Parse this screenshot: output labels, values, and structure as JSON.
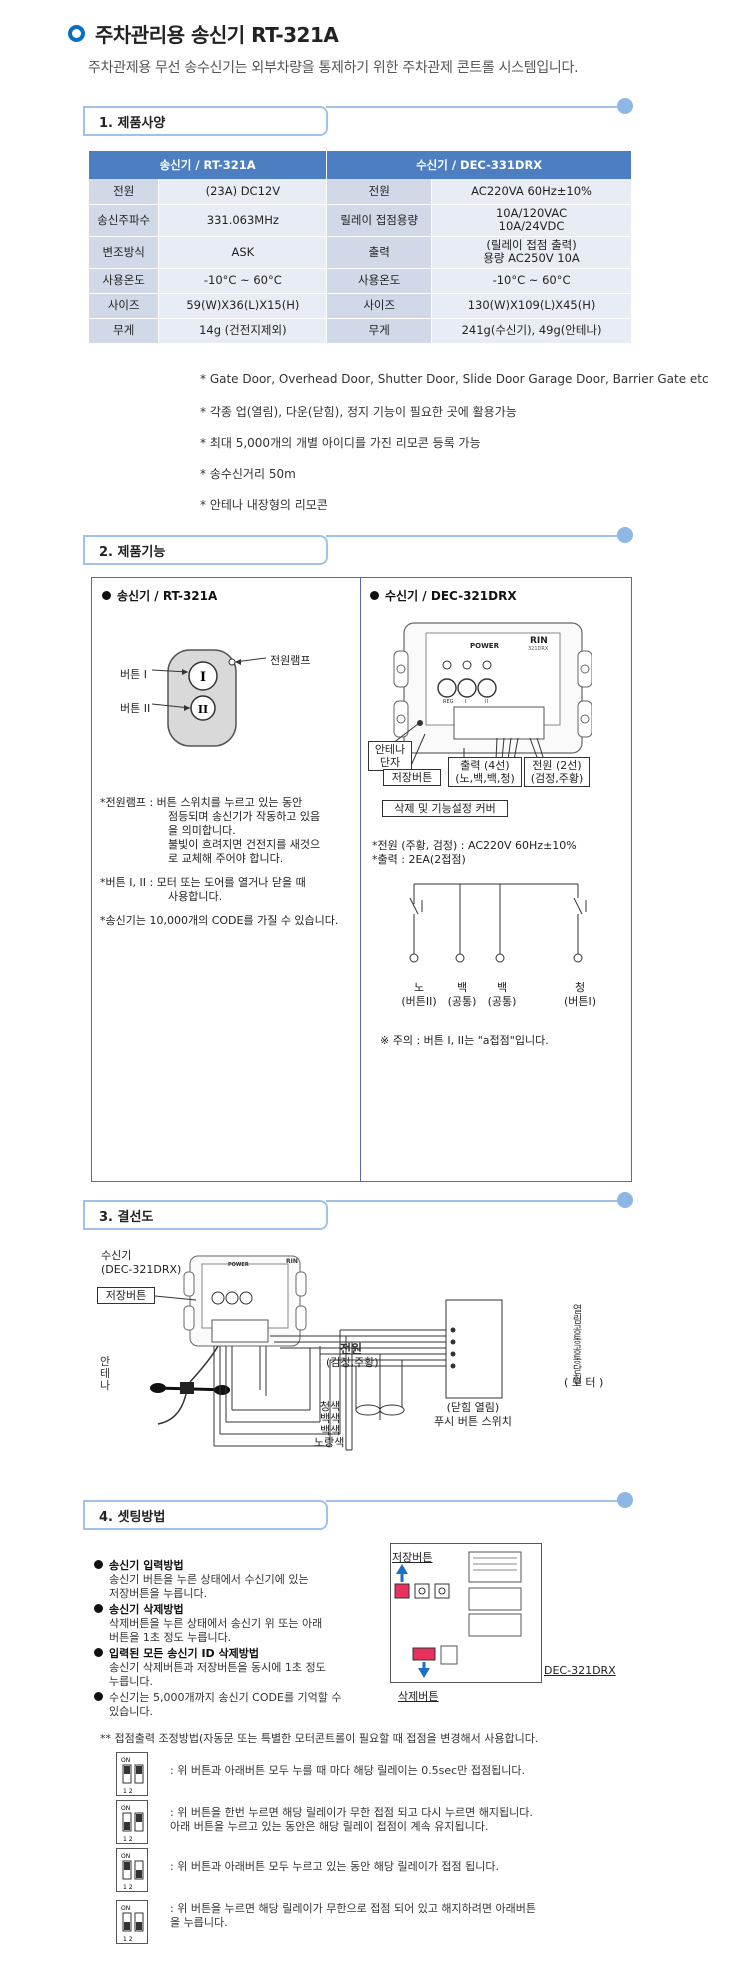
{
  "header": {
    "title": "주차관리용 송신기 RT-321A",
    "subtitle": "주차관제용 무선 송수신기는 외부차량을 통제하기 위한 주차관제 콘트롤 시스템입니다."
  },
  "sections": {
    "s1": "1. 제품사양",
    "s2": "2. 제품기능",
    "s3": "3. 결선도",
    "s4": "4. 셋팅방법"
  },
  "spec_table": {
    "headers": [
      "송신기 / RT-321A",
      "수신기 / DEC-331DRX"
    ],
    "rows": [
      [
        "전원",
        "(23A) DC12V",
        "전원",
        "AC220VA 60Hz±10%"
      ],
      [
        "송신주파수",
        "331.063MHz",
        "릴레이 접점용량",
        "10A/120VAC\n10A/24VDC"
      ],
      [
        "변조방식",
        "ASK",
        "출력",
        "(릴레이 접점 출력)\n용량 AC250V 10A"
      ],
      [
        "사용온도",
        "-10°C ~ 60°C",
        "사용온도",
        "-10°C ~ 60°C"
      ],
      [
        "사이즈",
        "59(W)X36(L)X15(H)",
        "사이즈",
        "130(W)X109(L)X45(H)"
      ],
      [
        "무게",
        "14g (건전지제외)",
        "무게",
        "241g(수신기), 49g(안테나)"
      ]
    ]
  },
  "notes": [
    "* Gate Door, Overhead Door, Shutter Door, Slide Door Garage Door, Barrier Gate etc",
    "* 각종 업(열림), 다운(닫힘), 정지 기능이 필요한 곳에 활용가능",
    "* 최대 5,000개의 개별 아이디를 가진 리모콘 등록 가능",
    "* 송수신거리 50m",
    "* 안테나 내장형의 리모콘"
  ],
  "function": {
    "tx_title": "송신기 / RT-321A",
    "rx_title": "수신기 / DEC-321DRX",
    "btn1": "버튼 I",
    "btn2": "버튼 II",
    "lamp": "전원램프",
    "tx_notes": [
      "*전원램프 : 버튼 스위치를 누르고 있는 동안",
      "점등되며 송신기가 작동하고 있음",
      "을 의미합니다.",
      "불빛이 흐려지면 건전지를 새것으",
      "로 교체해 주어야 합니다.",
      "*버튼 I, II : 모터 또는 도어를 열거나 닫을 때",
      "사용합니다.",
      "*송신기는 10,000개의 CODE를 가질 수 있습니다."
    ],
    "rx_power": "POWER",
    "rx_brand": "RIN",
    "rx_model_small": "321DRX",
    "rx_btn_labels": [
      "REG",
      "I",
      "II"
    ],
    "antenna": "안테나\n단자",
    "save_btn": "저장버튼",
    "output": "출력 (4선)\n(노,백,백,청)",
    "power2": "전원 (2선)\n(검정,주황)",
    "cover": "삭제 및 기능설정 커버",
    "rx_spec1": "*전원 (주황, 검정) : AC220V 60Hz±10%",
    "rx_spec2": "*출력 : 2EA(2접점)",
    "terminals": [
      "노\n(버튼II)",
      "백\n(공통)",
      "백\n(공통)",
      "청\n(버튼I)"
    ],
    "caution": "※ 주의 : 버튼 I, II는 \"a접점\"입니다."
  },
  "wiring": {
    "receiver": "수신기\n(DEC-321DRX)",
    "save_btn": "저장버튼",
    "antenna": "안\n테\n나",
    "power": "전원",
    "power_sub": "(검정,주황)",
    "wires": [
      "청색",
      "백색",
      "백색",
      "노랑색"
    ],
    "switch": "(닫힘   열림)\n푸시 버튼 스위치",
    "motor_terms": [
      "열림",
      "공통",
      "공통",
      "닫힘"
    ],
    "motor": "( 모 터 )"
  },
  "setting": {
    "items": [
      {
        "title": "송신기 입력방법",
        "text": [
          "송신기 버튼을 누른 상태에서 수신기에 있는",
          "저장버튼을 누릅니다."
        ]
      },
      {
        "title": "송신기 삭제방법",
        "text": [
          "삭제버튼을 누른 상태에서 송신기 위 또는 아래",
          "버튼을 1초 정도 누릅니다."
        ]
      },
      {
        "title": "입력된 모든 송신기 ID 삭제방법",
        "text": [
          "송신기 삭제버튼과 저장버튼을 동시에 1초 정도",
          "누릅니다."
        ]
      },
      {
        "title": "",
        "text": [
          "수신기는 5,000개까지 송신기 CODE를 기억할 수",
          "있습니다."
        ]
      }
    ],
    "save_btn": "저장버튼",
    "delete_btn": "삭제버튼",
    "model": "DEC-321DRX",
    "dip_note": "** 접점출력 조정방법(자동문 또는 특별한 모터콘트롤이 필요할 때 접점을 변경해서 사용합니다.",
    "dip_rows": [
      ": 위 버튼과 아래버튼 모두 누를 때 마다 해당 릴레이는 0.5sec만 접점됩니다.",
      ": 위 버튼을 한번 누르면 해당 릴레이가 무한 접점 되고 다시 누르면 해지됩니다.\n아래 버튼을 누르고 있는 동안은 해당 릴레이 접점이 계속 유지됩니다.",
      ": 위 버튼과 아래버튼 모두 누르고 있는 동안 해당 릴레이가 접점 됩니다.",
      ": 위 버튼을 누르면 해당 릴레이가 무한으로 접점 되어 있고 해지하려면 아래버튼\n을 누릅니다."
    ],
    "dip_on": "ON",
    "dip_nums": "1  2"
  }
}
